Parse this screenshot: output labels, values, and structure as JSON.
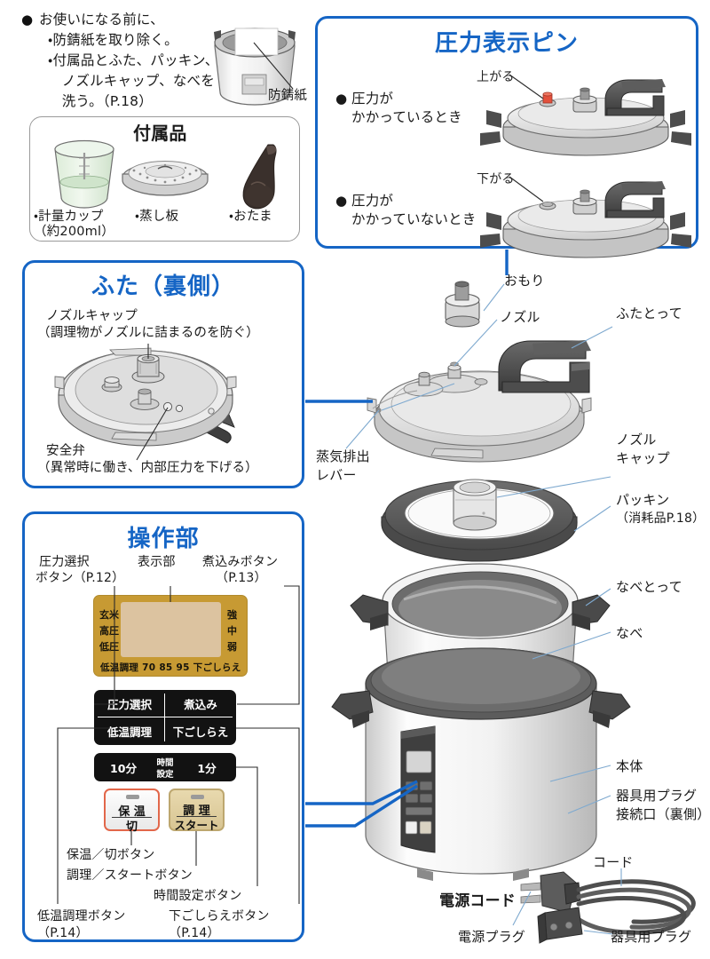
{
  "intro": {
    "bullet": "●",
    "line1": "お使いになる前に、",
    "line2": "・防錆紙を取り除く。",
    "line3": "・付属品とふた、パッキン、",
    "line4": "　ノズルキャップ、なべを",
    "line5": "　洗う。（P.18）",
    "callout": "防錆紙"
  },
  "accessories": {
    "title": "付属品",
    "items": [
      {
        "label1": "・計量カップ",
        "label2": "（約200ml）",
        "icon": "measuring-cup-icon"
      },
      {
        "label1": "・蒸し板",
        "label2": "",
        "icon": "steamer-plate-icon"
      },
      {
        "label1": "・おたま",
        "label2": "",
        "icon": "ladle-icon"
      }
    ]
  },
  "pressure_pin_panel": {
    "title": "圧力表示ピン",
    "cases": [
      {
        "bullet": "●",
        "line1": "圧力が",
        "line2": "かかっているとき",
        "pin_state": "上がる",
        "pin_color": "#e2503c"
      },
      {
        "bullet": "●",
        "line1": "圧力が",
        "line2": "かかっていないとき",
        "pin_state": "下がる",
        "pin_color": "#b9b9b9"
      }
    ]
  },
  "lid_panel": {
    "title": "ふた（裏側）",
    "nozzle_cap": {
      "line1": "ノズルキャップ",
      "line2": "（調理物がノズルに詰まるのを防ぐ）"
    },
    "safety_valve": {
      "line1": "安全弁",
      "line2": "（異常時に働き、内部圧力を下げる）"
    }
  },
  "control_panel": {
    "title": "操作部",
    "callouts": {
      "pressure_select": {
        "line1": "圧力選択",
        "line2": "ボタン（P.12）"
      },
      "display": "表示部",
      "simmer": {
        "line1": "煮込みボタン",
        "line2": "（P.13）"
      },
      "keepwarm_off": "保温／切ボタン",
      "cook_start": "調理／スタートボタン",
      "timer": "時間設定ボタン",
      "low_temp": {
        "line1": "低温調理ボタン",
        "line2": "（P.14）"
      },
      "prep": {
        "line1": "下ごしらえボタン",
        "line2": "（P.14）"
      }
    },
    "display": {
      "left_labels": [
        "玄米",
        "高圧",
        "低圧"
      ],
      "right_labels": [
        "強",
        "中",
        "弱"
      ],
      "bottom_row": "低温調理 70 85 95 下ごしらえ",
      "bezel_color": "#c79a33",
      "screen_color": "#dcc3a0"
    },
    "buttons": {
      "row1": [
        "圧力選択",
        "煮込み"
      ],
      "row2": [
        "低温調理",
        "下ごしらえ"
      ],
      "timer_row": {
        "left": "10分",
        "center_line1": "時間",
        "center_line2": "設定",
        "right": "1分"
      },
      "keepwarm": {
        "top": "保 温",
        "bottom": "切",
        "border_color": "#e2674a"
      },
      "cookstart": {
        "top": "調 理",
        "bottom": "スタート",
        "fill_color": "#ddc89a"
      }
    }
  },
  "main_labels": {
    "omori": "おもり",
    "nozzle": "ノズル",
    "lid_handle": "ふたとって",
    "nozzle_cap": {
      "line1": "ノズル",
      "line2": "キャップ"
    },
    "steam_lever": {
      "line1": "蒸気排出",
      "line2": "レバー"
    },
    "packing": {
      "line1": "パッキン",
      "line2": "（消耗品P.18）"
    },
    "pot_handle": "なべとって",
    "pot": "なべ",
    "body": "本体",
    "plug_port": {
      "line1": "器具用プラグ",
      "line2": "接続口（裏側）"
    }
  },
  "power_cord": {
    "title": "電源コード",
    "cord": "コード",
    "power_plug": "電源プラグ",
    "appliance_plug": "器具用プラグ"
  },
  "colors": {
    "panel_blue": "#1565c5",
    "leader_blue": "#7ea9cf",
    "display_gold": "#c79a33",
    "button_black": "#121212"
  }
}
